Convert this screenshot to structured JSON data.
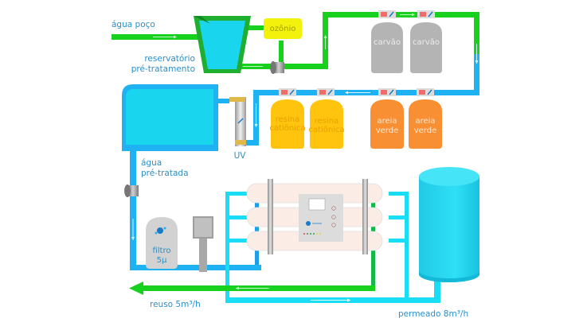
{
  "labels": {
    "agua_poco": "água poço",
    "reservatorio_line1": "reservatório",
    "reservatorio_line2": "pré-tratamento",
    "ozonio": "ozônio",
    "uv": "UV",
    "agua_pretratada_line1": "água",
    "agua_pretratada_line2": "pré-tratada",
    "filtro_line1": "filtro",
    "filtro_line2": "5μ",
    "reuso": "reuso 5m³/h",
    "permeado": "permeado 8m³/h"
  },
  "filters": {
    "carvao": [
      {
        "label": "carvão"
      },
      {
        "label": "carvão"
      }
    ],
    "resina": [
      {
        "line1": "resina",
        "line2": "catiônica"
      },
      {
        "line1": "resina",
        "line2": "catiônica"
      }
    ],
    "areia": [
      {
        "line1": "areia",
        "line2": "verde"
      },
      {
        "line1": "areia",
        "line2": "verde"
      }
    ]
  },
  "colors": {
    "green_pipe": "#17d11e",
    "blue_pipe": "#1fb2f2",
    "cyan_pipe": "#19ddf5",
    "water": "#19d6ee",
    "ozonio": "#f2f20c",
    "carvao": "#b4b4b4",
    "resina": "#ffc40d",
    "areia": "#f98f33",
    "label_text": "#2a8fc9"
  }
}
